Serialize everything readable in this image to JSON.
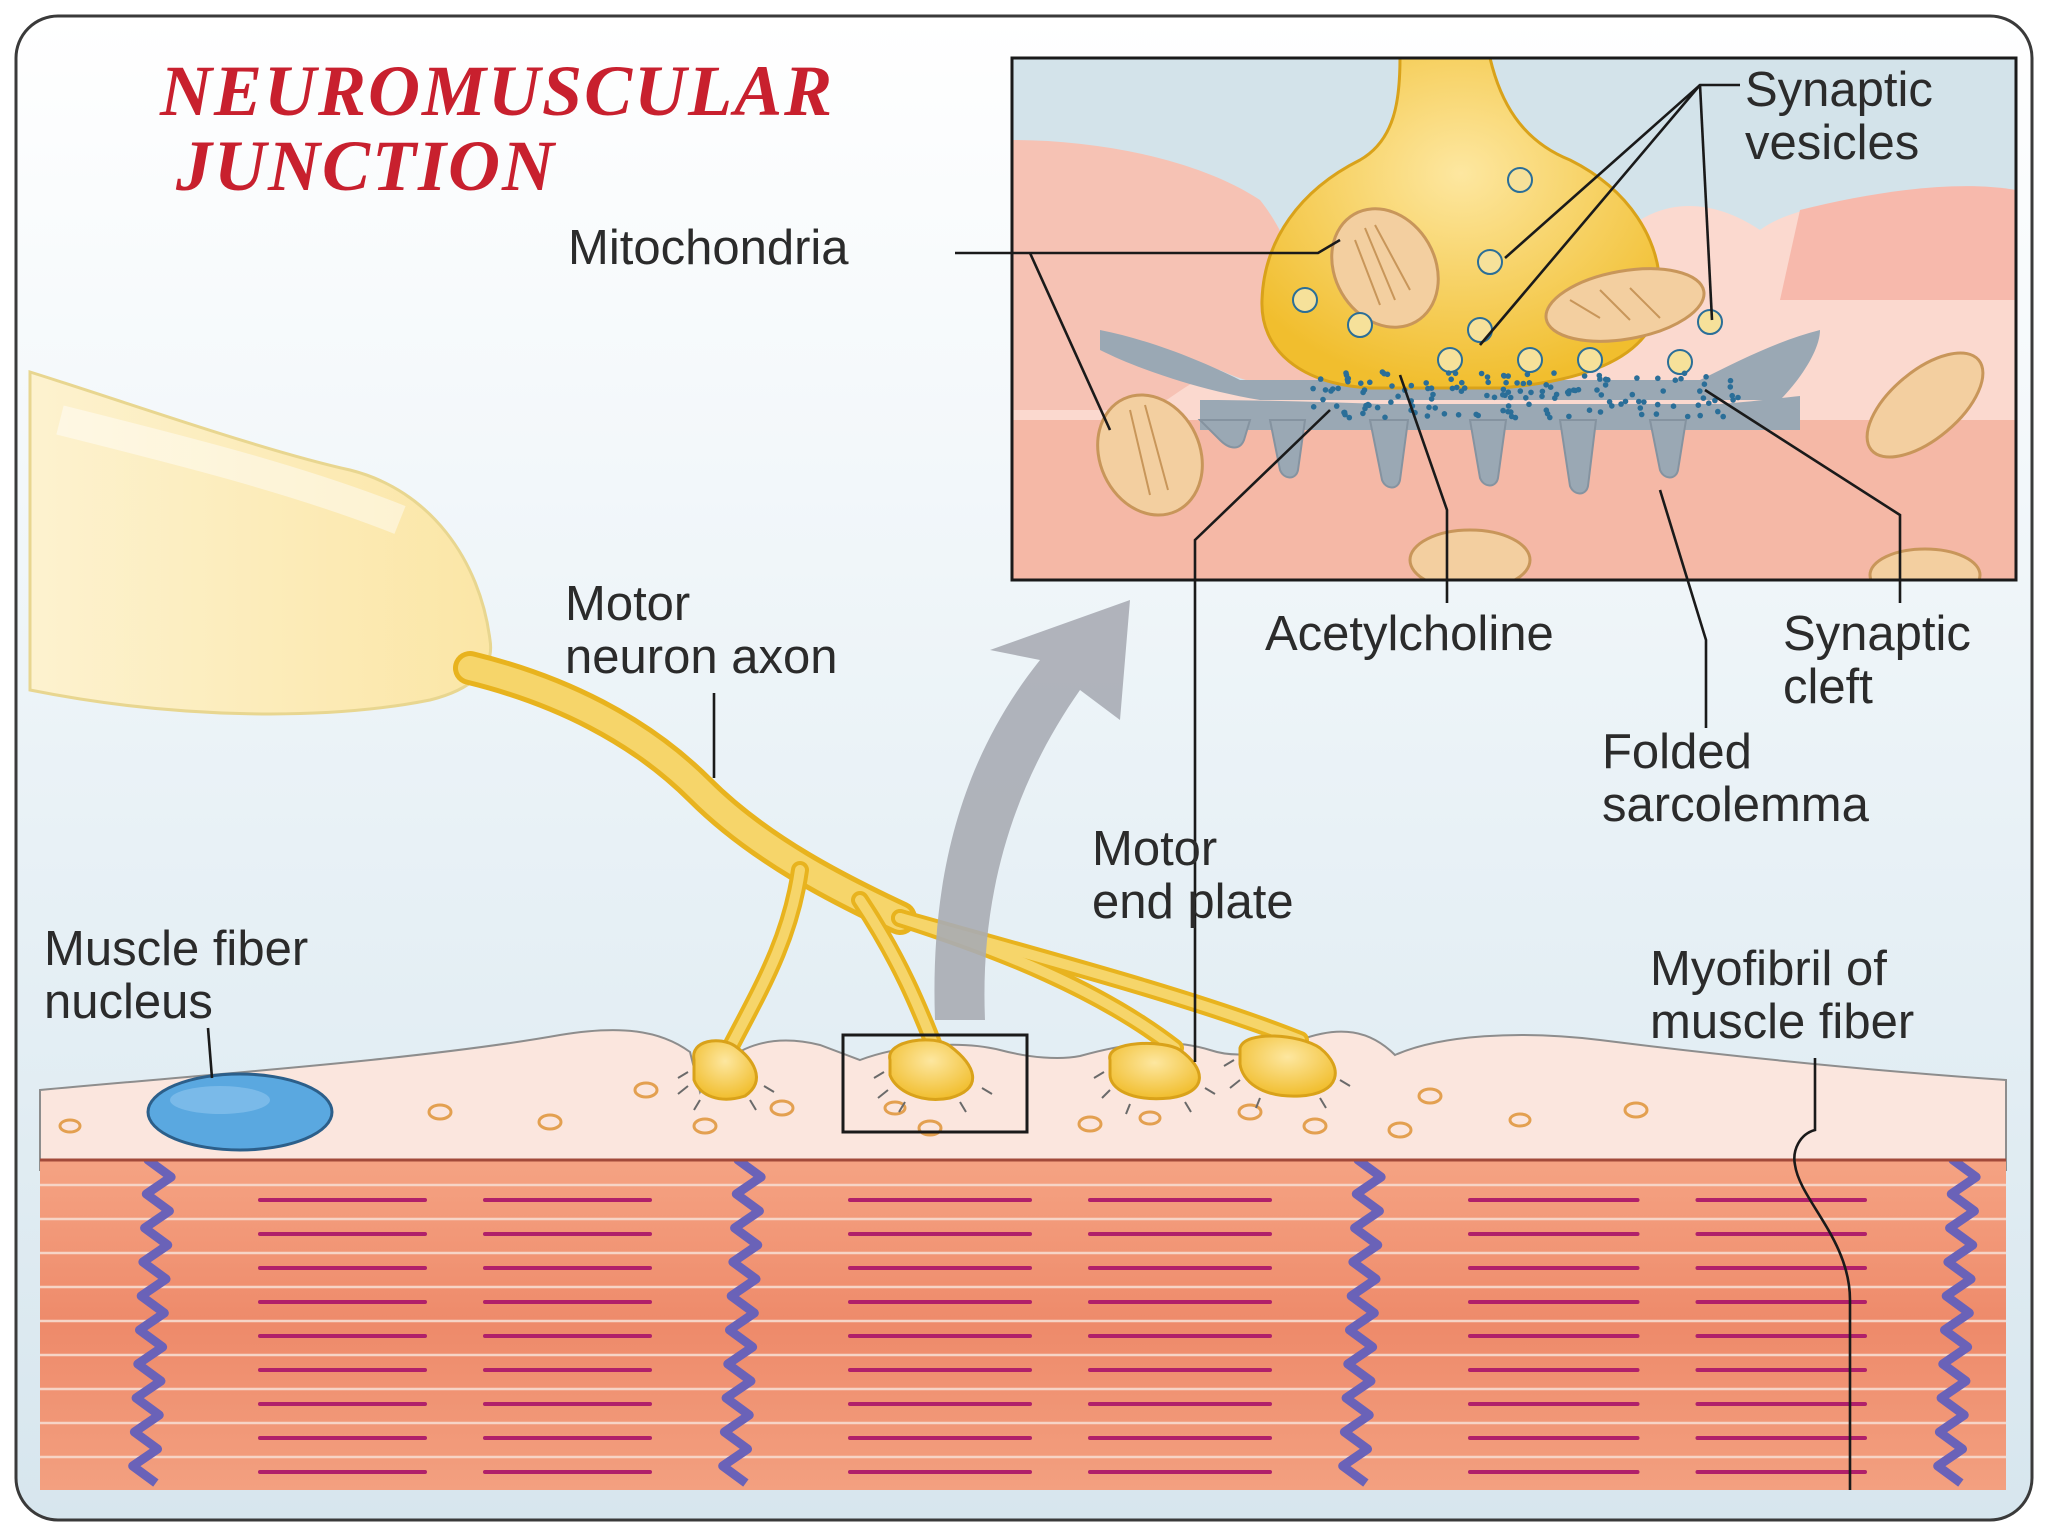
{
  "title": [
    "NEUROMUSCULAR",
    "JUNCTION"
  ],
  "labels": {
    "mitochondria": "Mitochondria",
    "synaptic_vesicles": [
      "Synaptic",
      "vesicles"
    ],
    "acetylcholine": "Acetylcholine",
    "synaptic_cleft": [
      "Synaptic",
      "cleft"
    ],
    "folded_sarcolemma": [
      "Folded",
      "sarcolemma"
    ],
    "motor_neuron_axon": [
      "Motor",
      "neuron axon"
    ],
    "motor_end_plate": [
      "Motor",
      "end plate"
    ],
    "muscle_fiber_nucleus": [
      "Muscle fiber",
      "nucleus"
    ],
    "myofibril": [
      "Myofibril of",
      "muscle fiber"
    ]
  },
  "colors": {
    "title": "#c8202e",
    "frame_border": "#3a3a3a",
    "background": "#e6f0f5",
    "neuron": "#f2c63a",
    "neuron_light": "#fbeaa0",
    "muscle_cytoplasm": "#fbe6de",
    "myofibril": "#ef9070",
    "z_line": "#6a62b8",
    "myosin": "#b0206a",
    "nucleus": "#5aa8e0",
    "cleft": "#9aa8b4",
    "vesicle": "#2a6e98",
    "mitochondria": "#f3cfa0",
    "arrow": "#a8acb4"
  }
}
